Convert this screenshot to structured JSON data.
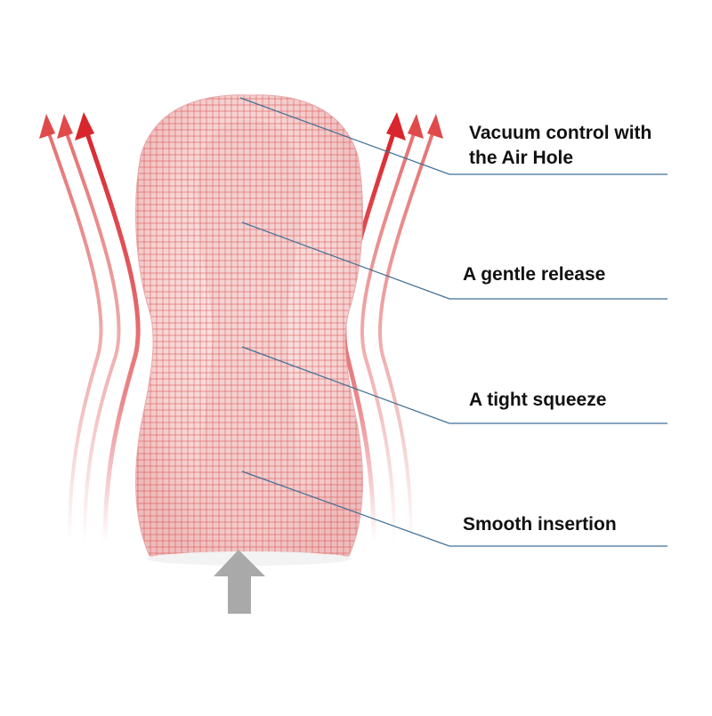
{
  "callouts": [
    {
      "id": "vacuum",
      "line1": "Vacuum control with",
      "line2": "the Air Hole"
    },
    {
      "id": "release",
      "text": "A gentle release"
    },
    {
      "id": "squeeze",
      "text": "A tight squeeze"
    },
    {
      "id": "insertion",
      "text": "Smooth insertion"
    }
  ],
  "colors": {
    "grid_line": "#d9534f",
    "body_fill": "#f7dada",
    "arrow_red": "#d9262c",
    "callout_line": "#3f6f96",
    "insert_arrow": "#a9a9a9"
  },
  "icons": {
    "flow_arrows": "airflow-arrow-icon",
    "insert_arrow": "up-arrow-icon"
  }
}
